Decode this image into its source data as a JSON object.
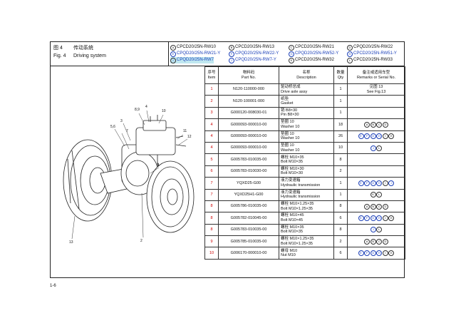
{
  "figure": {
    "zh_label": "图 4",
    "zh_title": "传动系统",
    "en_label": "Fig. 4",
    "en_title": "Driving system"
  },
  "models": [
    {
      "mark": "A",
      "name": "CPCD20/25N-RW10",
      "color": "dark"
    },
    {
      "mark": "B",
      "name": "CPCD20/25N-RW13",
      "color": "dark"
    },
    {
      "mark": "C",
      "name": "CPCD20/25N-RW21",
      "color": "dark"
    },
    {
      "mark": "D",
      "name": "CPQD20/25N-RW22",
      "color": "dark"
    },
    {
      "mark": "E",
      "name": "CPQD20/25N-RW21-Y",
      "color": "blue"
    },
    {
      "mark": "F",
      "name": "CPQD20/25N-RW22-Y",
      "color": "blue"
    },
    {
      "mark": "G",
      "name": "CPQD20/25N-RW52-Y",
      "color": "blue"
    },
    {
      "mark": "H",
      "name": "CPCD20/25N-RW51-Y",
      "color": "blue"
    },
    {
      "mark": "I",
      "name": "CPQD20/25N-RW7",
      "color": "highlight"
    },
    {
      "mark": "J",
      "name": "CPQD20/25N-RW7-Y",
      "color": "blue"
    },
    {
      "mark": "K",
      "name": "CPCD20/25N-RW32",
      "color": "dark"
    },
    {
      "mark": "L",
      "name": "CPCD20/25N-RW33",
      "color": "dark"
    }
  ],
  "table": {
    "headers": {
      "item_zh": "序号",
      "item_en": "Item",
      "part_zh": "物料码",
      "part_en": "Part No.",
      "desc_zh": "名称",
      "desc_en": "Description",
      "qty_zh": "数量",
      "qty_en": "Qty",
      "rem_zh": "备注或适用车型",
      "rem_en": "Remarks or Serial No."
    },
    "rows": [
      {
        "item": "1",
        "part": "N120-110000-000",
        "desc_zh": "驱动桥总成",
        "desc_en": "Drive axle assy",
        "qty": "1",
        "rem_text": "见图 13\nSee Fig.13",
        "marks": []
      },
      {
        "item": "2",
        "part": "N120-100001-000",
        "desc_zh": "纸垫",
        "desc_en": "Gasket",
        "qty": "1",
        "rem_text": "",
        "marks": []
      },
      {
        "item": "3",
        "part": "G000120-008030-01",
        "desc_zh": "销 B8×30",
        "desc_en": "Pin B8×30",
        "qty": "1",
        "rem_text": "",
        "marks": []
      },
      {
        "item": "4",
        "part": "G000093-000010-00",
        "desc_zh": "垫圈 10",
        "desc_en": "Washer 10",
        "qty": "18",
        "rem_text": "",
        "marks": [
          "A",
          "B",
          "C",
          "D"
        ]
      },
      {
        "item": "4",
        "part": "G000093-000010-00",
        "desc_zh": "垫圈 10",
        "desc_en": "Washer 10",
        "qty": "26",
        "rem_text": "",
        "marks": [
          "E",
          "F",
          "G",
          "H",
          "I",
          "K"
        ]
      },
      {
        "item": "4",
        "part": "G000093-000010-00",
        "desc_zh": "垫圈 10",
        "desc_en": "Washer 10",
        "qty": "10",
        "rem_text": "",
        "marks": [
          "J",
          "L"
        ]
      },
      {
        "item": "5",
        "part": "G005783-010035-00",
        "desc_zh": "螺栓 M10×35",
        "desc_en": "Bolt M10×35",
        "qty": "8",
        "rem_text": "",
        "marks": []
      },
      {
        "item": "6",
        "part": "G005783-010030-00",
        "desc_zh": "螺栓 M10×30",
        "desc_en": "Bolt M10×30",
        "qty": "2",
        "rem_text": "",
        "marks": []
      },
      {
        "item": "7",
        "part": "YQXD25-G00",
        "desc_zh": "液力变速箱",
        "desc_en": "Hydraulic transmission",
        "qty": "1",
        "rem_text": "",
        "marks": [
          "E",
          "F",
          "G",
          "H",
          "I",
          "J"
        ]
      },
      {
        "item": "7",
        "part": "YQXD25H1-G00",
        "desc_zh": "液力变速箱",
        "desc_en": "Hydraulic transmission",
        "qty": "1",
        "rem_text": "",
        "marks": [
          "K",
          "L"
        ]
      },
      {
        "item": "8",
        "part": "G005786-010035-00",
        "desc_zh": "螺栓 M10×1.25×35",
        "desc_en": "Bolt M10×1.25×35",
        "qty": "8",
        "rem_text": "",
        "marks": [
          "A",
          "B",
          "C",
          "D"
        ]
      },
      {
        "item": "8",
        "part": "G005782-010045-00",
        "desc_zh": "螺栓 M10×45",
        "desc_en": "Bolt M10×45",
        "qty": "6",
        "rem_text": "",
        "marks": [
          "E",
          "F",
          "G",
          "H",
          "I",
          "K"
        ]
      },
      {
        "item": "8",
        "part": "G005783-010035-00",
        "desc_zh": "螺栓 M10×35",
        "desc_en": "Bolt M10×35",
        "qty": "8",
        "rem_text": "",
        "marks": [
          "J",
          "L"
        ]
      },
      {
        "item": "9",
        "part": "G005785-010035-00",
        "desc_zh": "螺栓 M10×1.25×35",
        "desc_en": "Bolt M10×1.25×35",
        "qty": "2",
        "rem_text": "",
        "marks": [
          "A",
          "B",
          "C",
          "D"
        ]
      },
      {
        "item": "10",
        "part": "G006170-000010-00",
        "desc_zh": "螺母 M10",
        "desc_en": "Nut M10",
        "qty": "6",
        "rem_text": "",
        "marks": [
          "E",
          "F",
          "G",
          "H",
          "I",
          "K"
        ]
      }
    ]
  },
  "callouts": [
    "8,9",
    "4",
    "10",
    "3",
    "5,6",
    "7",
    "11",
    "12",
    "1",
    "2",
    "13"
  ],
  "page_number": "1-6"
}
